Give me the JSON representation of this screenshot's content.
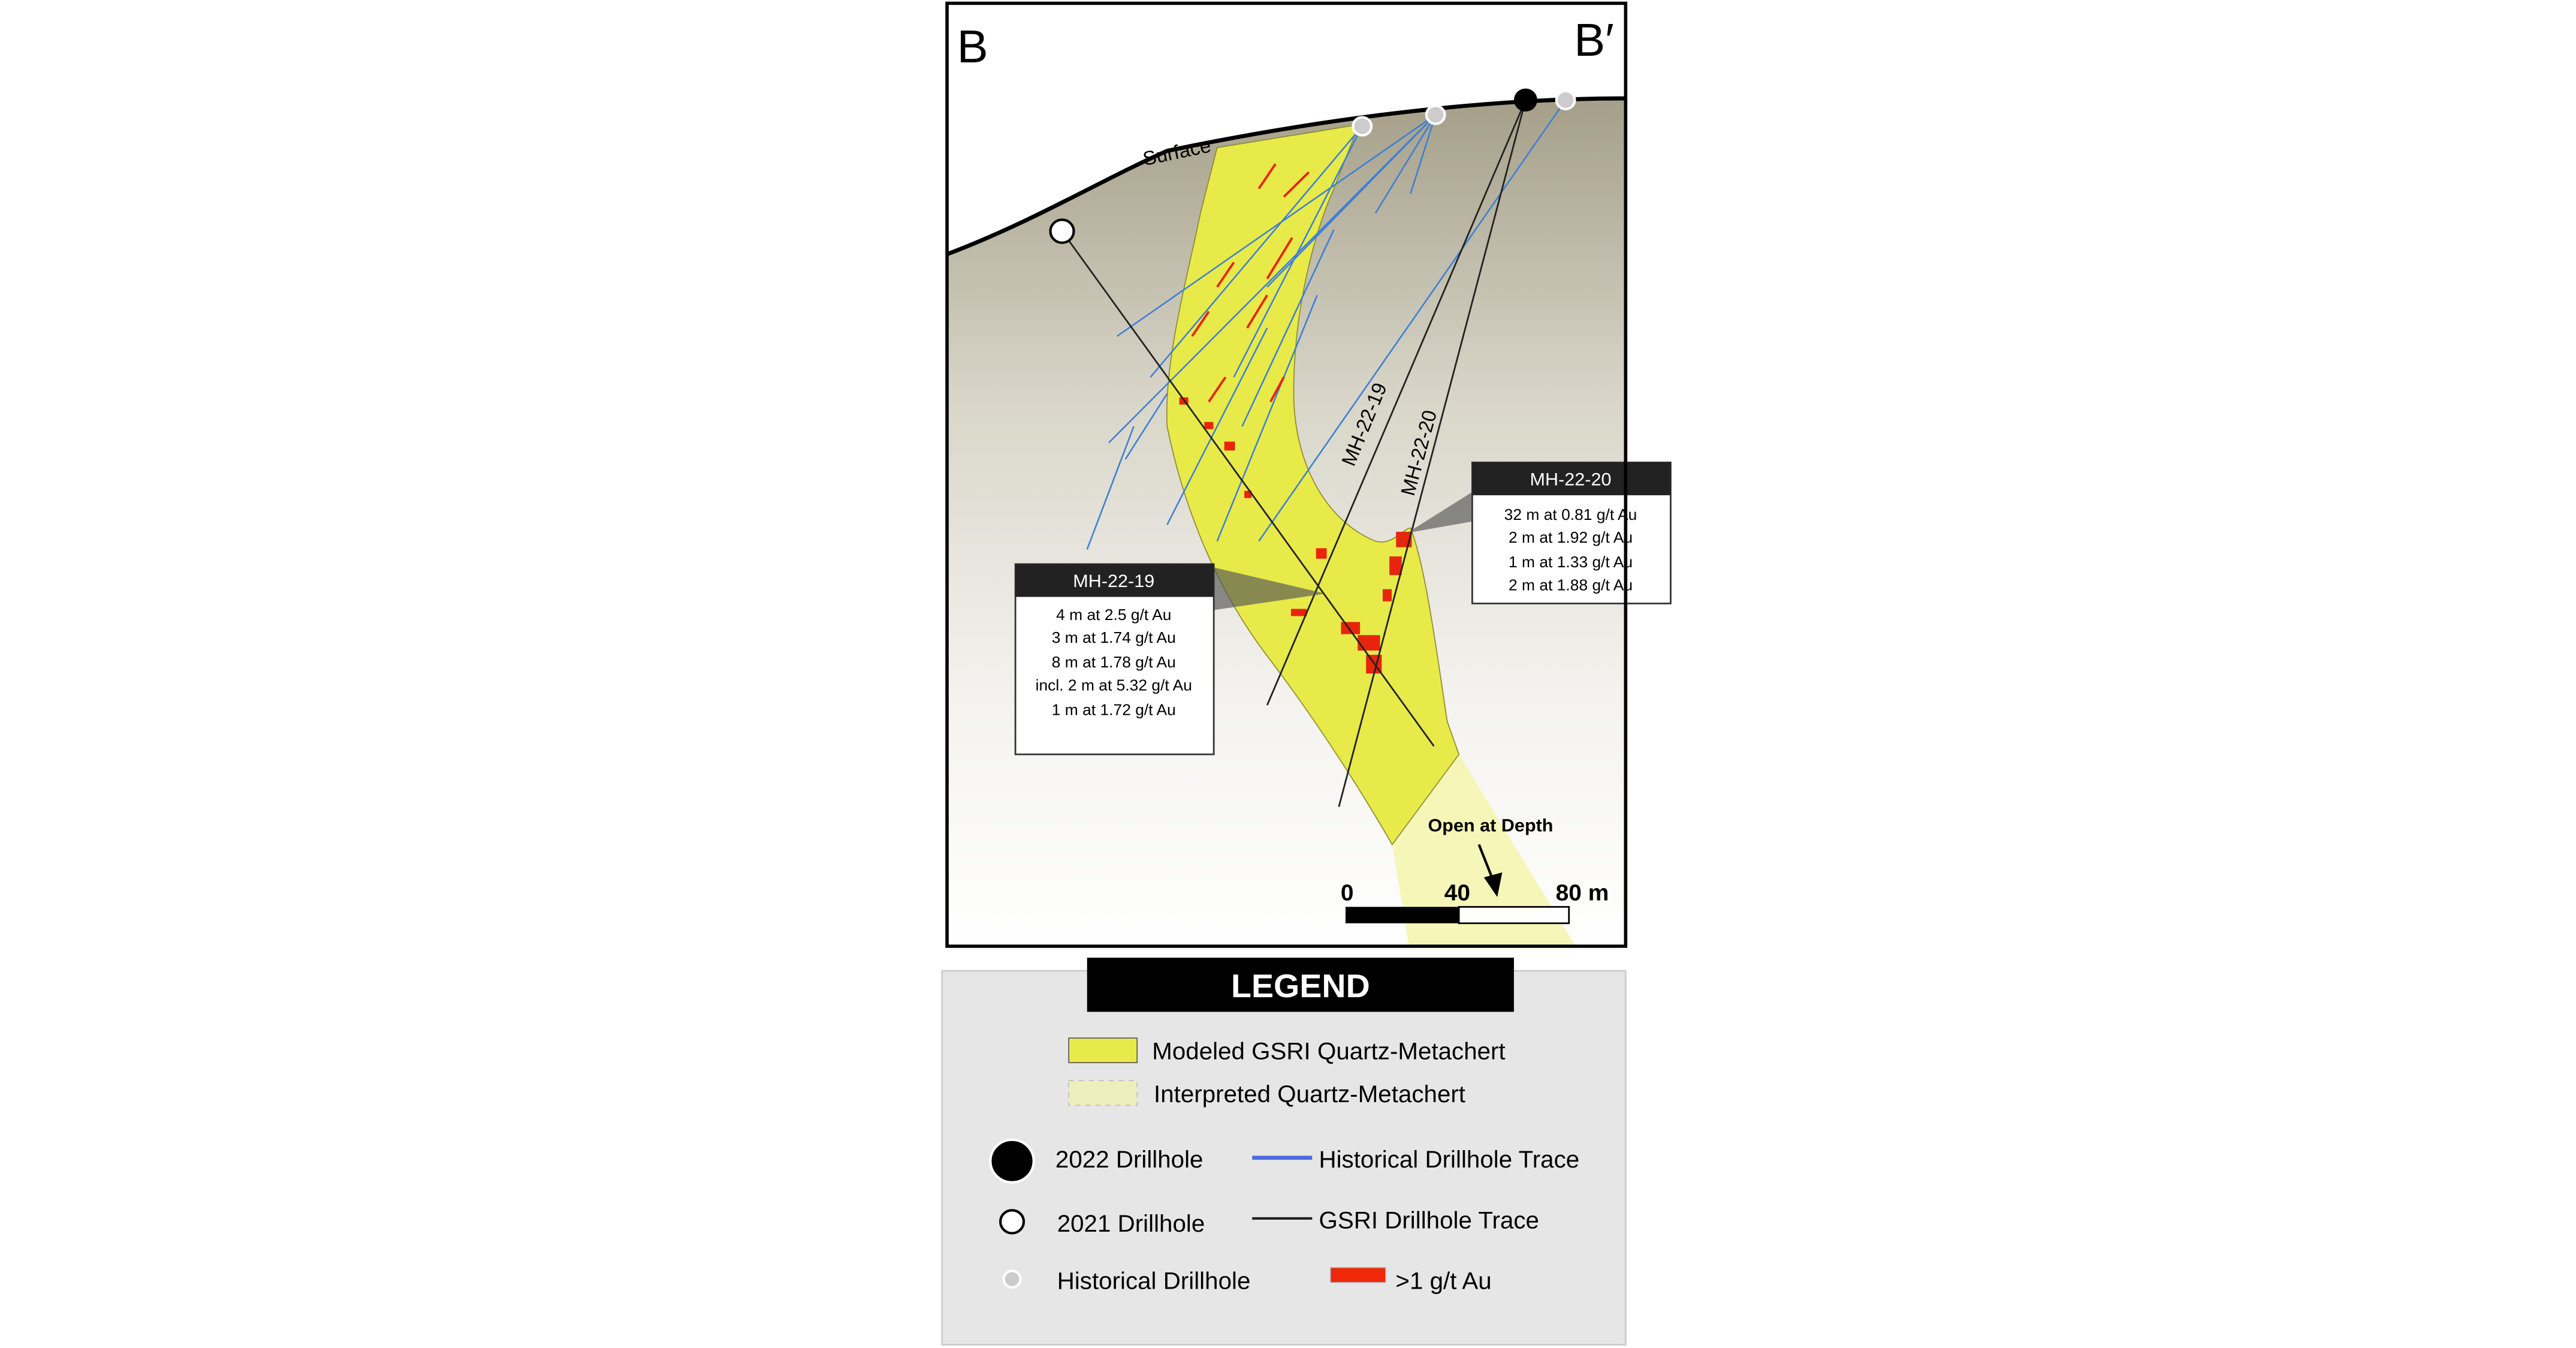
{
  "section": {
    "left_label": "B",
    "right_label": "B′",
    "surface_label": "Surface",
    "open_at_depth": "Open at Depth",
    "scale_bar": {
      "ticks": [
        "0",
        "40",
        "80 m"
      ]
    },
    "hole_labels": [
      "MH-22-19",
      "MH-22-20"
    ]
  },
  "callouts": [
    {
      "title": "MH-22-19",
      "lines": [
        "4 m at 2.5 g/t Au",
        "3 m at 1.74 g/t Au",
        "8 m at 1.78 g/t Au",
        "incl. 2 m at 5.32 g/t Au",
        "1 m at 1.72 g/t Au"
      ]
    },
    {
      "title": "MH-22-20",
      "lines": [
        "32 m at 0.81 g/t Au",
        "2 m at 1.92 g/t Au",
        "1 m at 1.33 g/t Au",
        "2 m at 1.88 g/t Au"
      ]
    }
  ],
  "legend": {
    "title": "LEGEND",
    "items": [
      {
        "label": "Modeled GSRI Quartz-Metachert",
        "symbol": "yellow-box"
      },
      {
        "label": "Interpreted Quartz-Metachert",
        "symbol": "pale-yellow-box"
      },
      {
        "label": "2022 Drillhole",
        "symbol": "black-circle"
      },
      {
        "label": "Historical Drillhole Trace",
        "symbol": "blue-line"
      },
      {
        "label": "2021 Drillhole",
        "symbol": "white-circle"
      },
      {
        "label": "GSRI Drillhole Trace",
        "symbol": "black-line"
      },
      {
        "label": "Historical Drillhole",
        "symbol": "grey-circle"
      },
      {
        "label": ">1 g/t Au",
        "symbol": "red-box"
      }
    ]
  },
  "colors": {
    "modeled": "#e8ea4a",
    "interpreted": "#f4f5c0",
    "historical_trace": "#3a7fd5",
    "gsri_trace": "#222222",
    "assay": "#e8250c",
    "legend_bg": "#e6e6e6"
  }
}
